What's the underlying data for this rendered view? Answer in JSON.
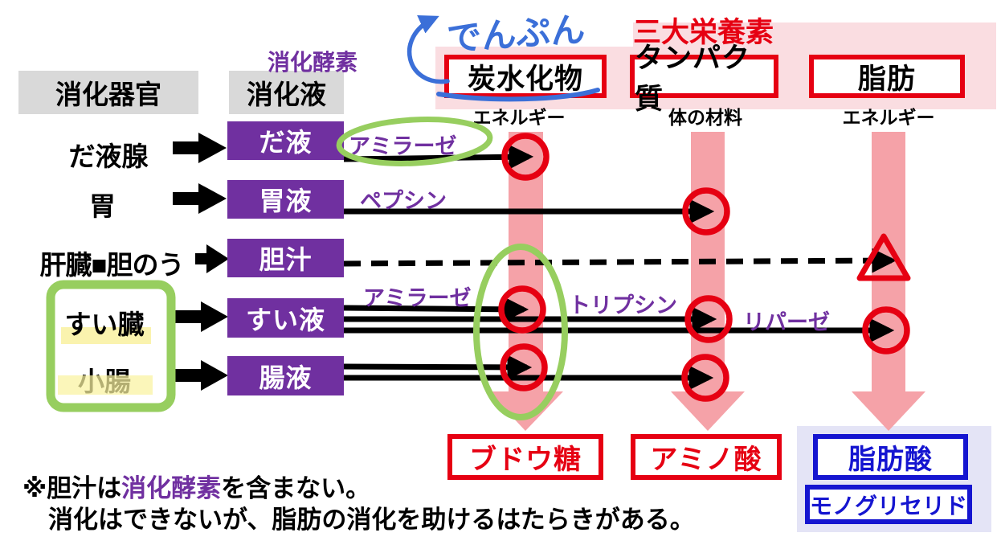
{
  "header": {
    "top_title": "三大栄養素",
    "starch_note": "でんぷん",
    "organ_col": "消化器官",
    "fluid_col": "消化液",
    "enzyme_col": "消化酵素"
  },
  "nutrients": [
    {
      "label": "炭水化物",
      "sublabel": "エネルギー",
      "product": "ブドウ糖"
    },
    {
      "label": "タンパク質",
      "sublabel": "体の材料",
      "product": "アミノ酸"
    },
    {
      "label": "脂肪",
      "sublabel": "エネルギー",
      "product": "脂肪酸",
      "product2": "モノグリセリド"
    }
  ],
  "rows": [
    {
      "organ": "だ液腺",
      "fluid": "だ液"
    },
    {
      "organ": "胃",
      "fluid": "胃液"
    },
    {
      "organ": "肝臓■胆のう",
      "fluid": "胆汁"
    },
    {
      "organ": "すい臓",
      "fluid": "すい液"
    },
    {
      "organ": "小腸",
      "fluid": "腸液"
    }
  ],
  "enzymes": [
    "アミラーゼ",
    "ペプシン",
    "アミラーゼ",
    "トリプシン",
    "リパーゼ"
  ],
  "note": {
    "prefix": "※胆汁は",
    "highlight": "消化酵素",
    "suffix": "を含まない。",
    "line2": "消化はできないが、脂肪の消化を助けるはたらきがある。"
  },
  "colors": {
    "red": "#e60012",
    "purple": "#7030a0",
    "gray": "#d9d9d9",
    "pink_band": "#fadde1",
    "salmon_arrow": "#f5a2a8",
    "green_marker": "#97ce5f",
    "yellow_marker": "#faf3ae",
    "blue_pen": "#3b6fd8",
    "blue_box": "#1515d0",
    "lavender": "#e4e4f6"
  }
}
